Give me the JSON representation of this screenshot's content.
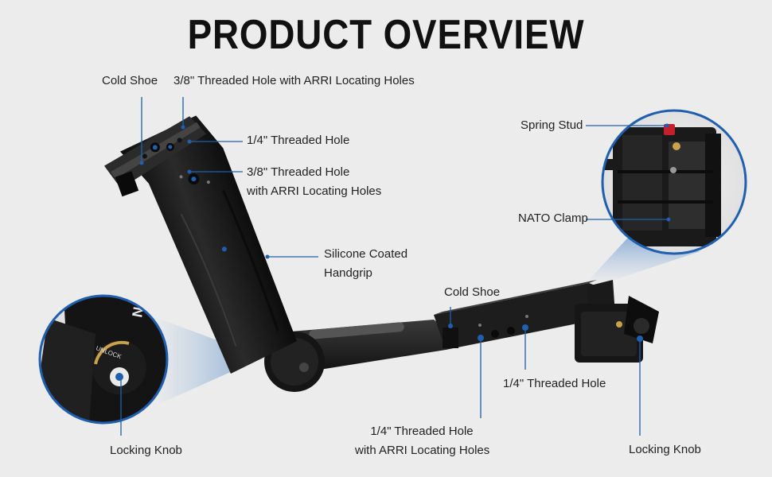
{
  "title": "PRODUCT OVERVIEW",
  "callouts": {
    "cold_shoe_top": "Cold Shoe",
    "threaded_38_top": "3/8\" Threaded Hole with ARRI Locating Holes",
    "threaded_14_top": "1/4\" Threaded Hole",
    "threaded_38_side_line1": "3/8\" Threaded Hole",
    "threaded_38_side_line2": "with ARRI Locating Holes",
    "handgrip_line1": "Silicone Coated",
    "handgrip_line2": "Handgrip",
    "locking_knob_left": "Locking Knob",
    "cold_shoe_arm": "Cold Shoe",
    "threaded_14_arm_line1": "1/4\" Threaded Hole",
    "threaded_14_arm_line2": "with ARRI Locating Holes",
    "threaded_14_arm_right": "1/4\" Threaded Hole",
    "locking_knob_right": "Locking Knob",
    "spring_stud": "Spring Stud",
    "nato_clamp": "NATO Clamp"
  },
  "knob_text": {
    "unlock": "UNLOCK",
    "brand_partial": "NC"
  },
  "colors": {
    "background": "#ececec",
    "accent_blue": "#1f5fb0",
    "body_black": "#1b1b1b",
    "stud_red": "#c4202c",
    "brass": "#c9a24a"
  }
}
